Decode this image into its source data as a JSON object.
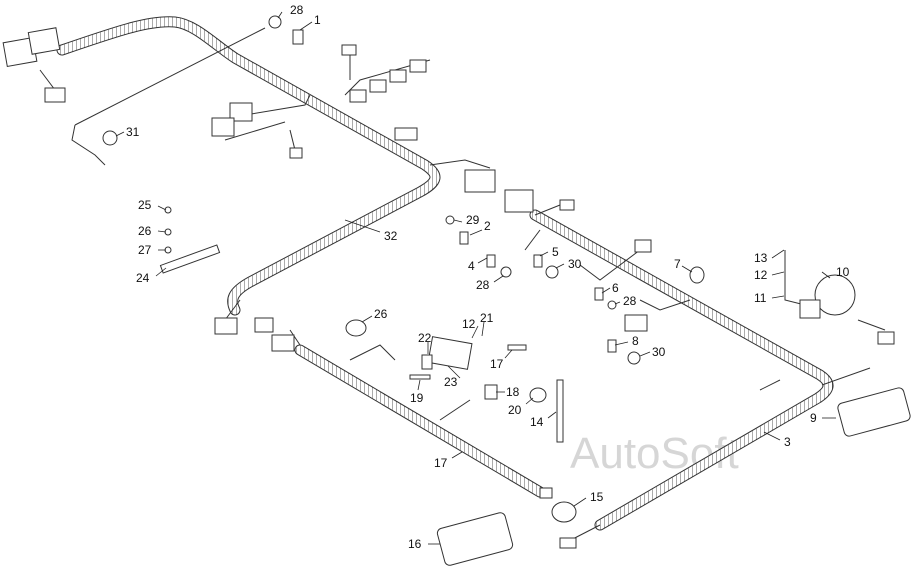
{
  "watermark": "AutoSoft",
  "callouts": [
    {
      "id": "c28a",
      "label": "28"
    },
    {
      "id": "c1",
      "label": "1"
    },
    {
      "id": "c31",
      "label": "31"
    },
    {
      "id": "c32",
      "label": "32"
    },
    {
      "id": "c29",
      "label": "29"
    },
    {
      "id": "c2",
      "label": "2"
    },
    {
      "id": "c4",
      "label": "4"
    },
    {
      "id": "c5",
      "label": "5"
    },
    {
      "id": "c30a",
      "label": "30"
    },
    {
      "id": "c28b",
      "label": "28"
    },
    {
      "id": "c7",
      "label": "7"
    },
    {
      "id": "c6",
      "label": "6"
    },
    {
      "id": "c28c",
      "label": "28"
    },
    {
      "id": "c8",
      "label": "8"
    },
    {
      "id": "c30b",
      "label": "30"
    },
    {
      "id": "c13",
      "label": "13"
    },
    {
      "id": "c12a",
      "label": "12"
    },
    {
      "id": "c11",
      "label": "11"
    },
    {
      "id": "c10",
      "label": "10"
    },
    {
      "id": "c25",
      "label": "25"
    },
    {
      "id": "c26a",
      "label": "26"
    },
    {
      "id": "c27",
      "label": "27"
    },
    {
      "id": "c24",
      "label": "24"
    },
    {
      "id": "c26b",
      "label": "26"
    },
    {
      "id": "c12b",
      "label": "12"
    },
    {
      "id": "c21",
      "label": "21"
    },
    {
      "id": "c22",
      "label": "22"
    },
    {
      "id": "c23",
      "label": "23"
    },
    {
      "id": "c17a",
      "label": "17"
    },
    {
      "id": "c19",
      "label": "19"
    },
    {
      "id": "c18",
      "label": "18"
    },
    {
      "id": "c20",
      "label": "20"
    },
    {
      "id": "c14",
      "label": "14"
    },
    {
      "id": "c17b",
      "label": "17"
    },
    {
      "id": "c15",
      "label": "15"
    },
    {
      "id": "c16",
      "label": "16"
    },
    {
      "id": "c9",
      "label": "9"
    },
    {
      "id": "c3",
      "label": "3"
    }
  ]
}
